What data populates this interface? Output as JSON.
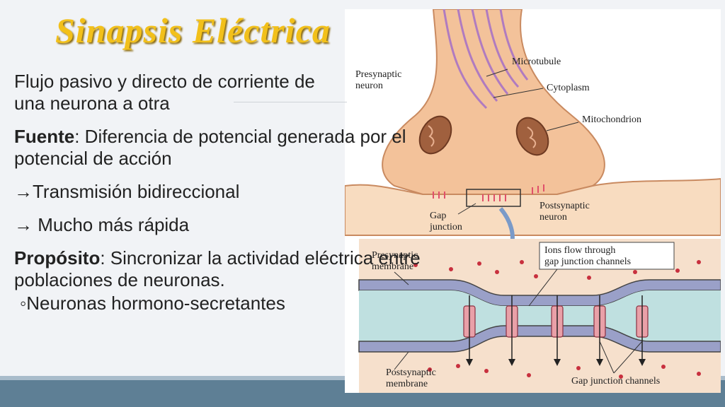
{
  "slide": {
    "title": "Sinapsis Eléctrica",
    "p1": "Flujo pasivo y directo de corriente de una neurona a otra",
    "p2_bold": "Fuente",
    "p2_rest": ": Diferencia de potencial generada por el potencial de acción",
    "p3": "→Transmisión bidireccional",
    "p4": "→ Mucho más rápida",
    "p5_bold": "Propósito",
    "p5_rest": ": Sincronizar la actividad eléctrica entre poblaciones de neuronas.",
    "bullet_glyph": "◦",
    "sub1": "Neuronas hormono-secretantes"
  },
  "figure": {
    "labels": {
      "microtubule": "Microtubule",
      "presynaptic_neuron_1": "Presynaptic",
      "presynaptic_neuron_2": "neuron",
      "cytoplasm": "Cytoplasm",
      "mitochondrion": "Mitochondrion",
      "gap_junction_1": "Gap",
      "gap_junction_2": "junction",
      "postsynaptic_neuron_1": "Postsynaptic",
      "postsynaptic_neuron_2": "neuron",
      "ions_flow_1": "Ions flow through",
      "ions_flow_2": "gap junction channels",
      "presynaptic_membrane_1": "Presynaptic",
      "presynaptic_membrane_2": "membrane",
      "postsynaptic_membrane_1": "Postsynaptic",
      "postsynaptic_membrane_2": "membrane",
      "gap_junction_channels": "Gap junction channels"
    }
  }
}
